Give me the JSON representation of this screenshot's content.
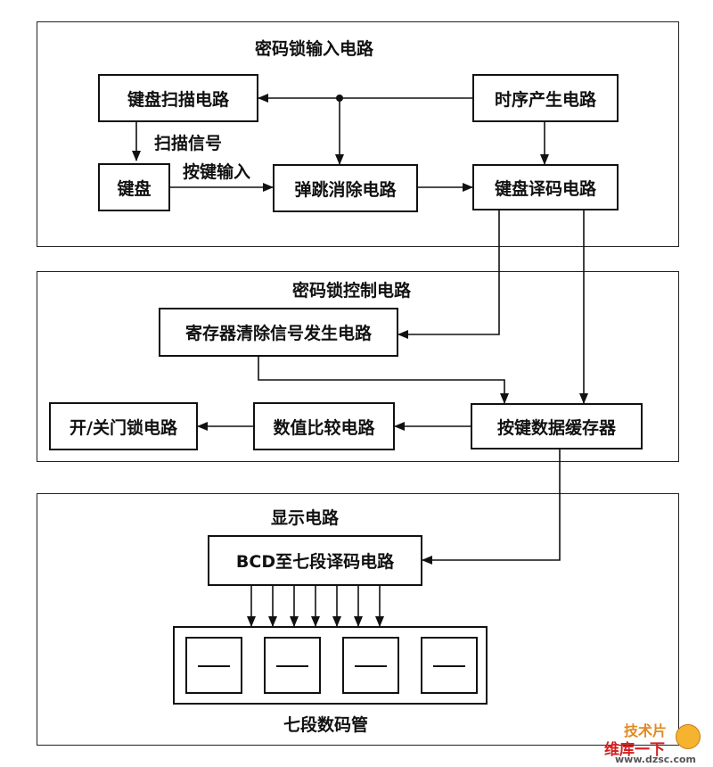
{
  "sections": {
    "input": "密码锁输入电路",
    "control": "密码锁控制电路",
    "display": "显示电路"
  },
  "blocks": {
    "keyboard_scan": "键盘扫描电路",
    "timing": "时序产生电路",
    "keyboard": "键盘",
    "debounce": "弹跳消除电路",
    "key_decode": "键盘译码电路",
    "register_clear": "寄存器清除信号发生电路",
    "door_lock": "开/关门锁电路",
    "compare": "数值比较电路",
    "key_buffer": "按键数据缓存器",
    "bcd_decoder": "BCD至七段译码电路",
    "seven_seg": "七段数码管"
  },
  "signals": {
    "scan_signal": "扫描信号",
    "key_input": "按键输入"
  },
  "watermark": {
    "text1": "维库一下",
    "text2": "www.dzsc.com",
    "text3": "技术片"
  }
}
